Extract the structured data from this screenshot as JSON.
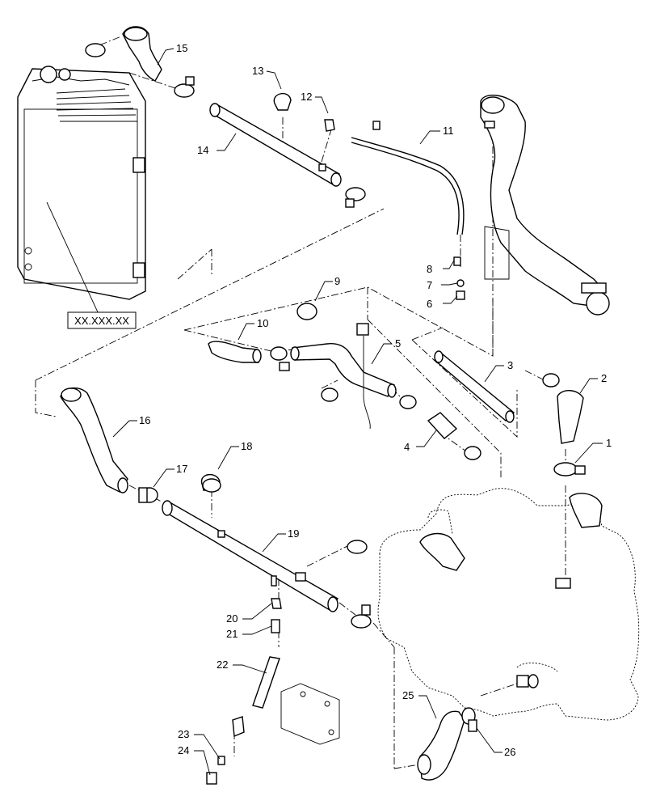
{
  "reference_box": {
    "label": "XX.XXX.XX"
  },
  "callouts": [
    {
      "id": "c1",
      "label": "1"
    },
    {
      "id": "c2",
      "label": "2"
    },
    {
      "id": "c3",
      "label": "3"
    },
    {
      "id": "c4",
      "label": "4"
    },
    {
      "id": "c5",
      "label": "5"
    },
    {
      "id": "c6",
      "label": "6"
    },
    {
      "id": "c7",
      "label": "7"
    },
    {
      "id": "c8",
      "label": "8"
    },
    {
      "id": "c9",
      "label": "9"
    },
    {
      "id": "c10",
      "label": "10"
    },
    {
      "id": "c11",
      "label": "11"
    },
    {
      "id": "c12",
      "label": "12"
    },
    {
      "id": "c13",
      "label": "13"
    },
    {
      "id": "c14",
      "label": "14"
    },
    {
      "id": "c15",
      "label": "15"
    },
    {
      "id": "c16",
      "label": "16"
    },
    {
      "id": "c17",
      "label": "17"
    },
    {
      "id": "c18",
      "label": "18"
    },
    {
      "id": "c19",
      "label": "19"
    },
    {
      "id": "c20",
      "label": "20"
    },
    {
      "id": "c21",
      "label": "21"
    },
    {
      "id": "c22",
      "label": "22"
    },
    {
      "id": "c23",
      "label": "23"
    },
    {
      "id": "c24",
      "label": "24"
    },
    {
      "id": "c25",
      "label": "25"
    },
    {
      "id": "c26",
      "label": "26"
    }
  ]
}
